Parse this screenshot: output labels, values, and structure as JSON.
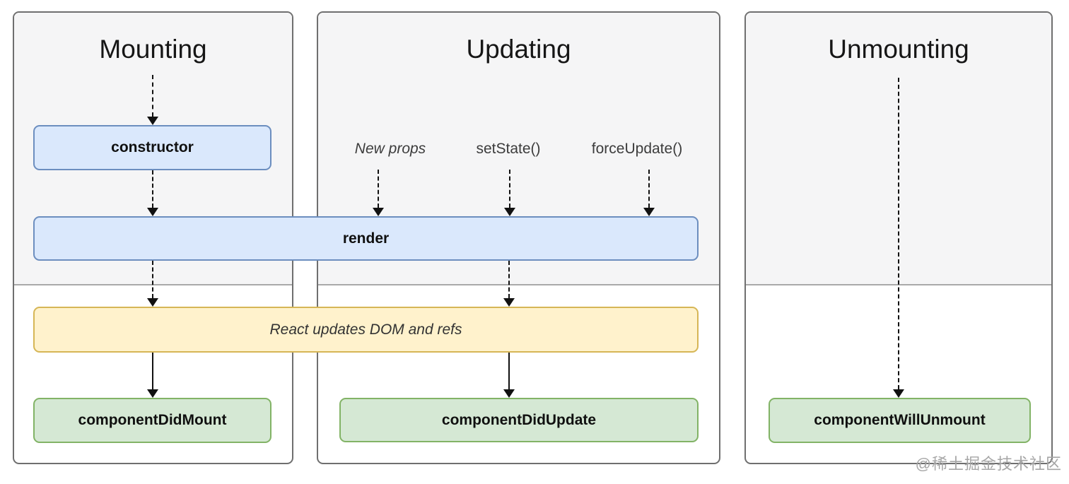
{
  "columns": [
    {
      "title": "Mounting"
    },
    {
      "title": "Updating"
    },
    {
      "title": "Unmounting"
    }
  ],
  "triggers": {
    "new_props": "New props",
    "set_state": "setState()",
    "force_update": "forceUpdate()"
  },
  "boxes": {
    "constructor": "constructor",
    "render": "render",
    "react_updates": "React updates DOM and refs",
    "component_did_mount": "componentDidMount",
    "component_did_update": "componentDidUpdate",
    "component_will_unmount": "componentWillUnmount"
  },
  "watermark": "@稀土掘金技术社区",
  "colors": {
    "blue_fill": "#dae8fc",
    "blue_border": "#6c8ebf",
    "green_fill": "#d5e8d4",
    "green_border": "#82b366",
    "yellow_fill": "#fff2cc",
    "yellow_border": "#d6b656",
    "column_fill": "#f5f5f6",
    "column_border": "#6f6f6f",
    "divider": "#a9a9a9"
  }
}
